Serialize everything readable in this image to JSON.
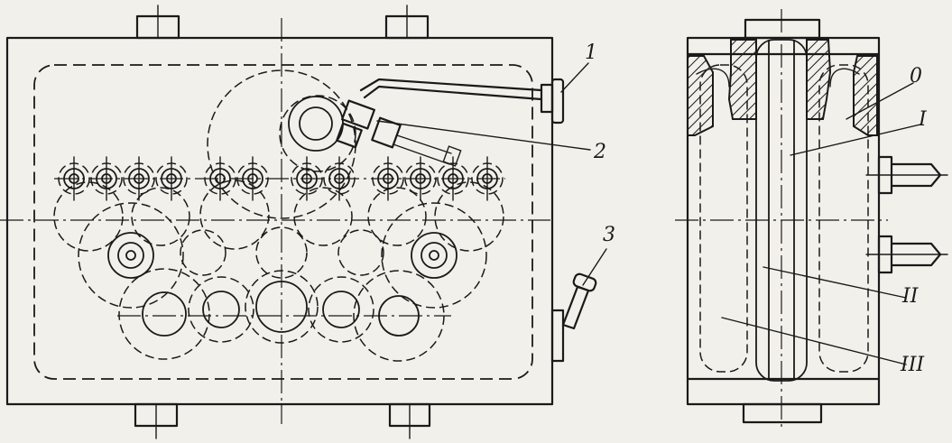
{
  "labels": {
    "l1": "1",
    "l2": "2",
    "l3": "3",
    "l0": "0",
    "lI": "I",
    "lII": "II",
    "lIII": "III"
  },
  "colors": {
    "ink": "#1a1a1a",
    "paper": "#f2f0ea"
  }
}
